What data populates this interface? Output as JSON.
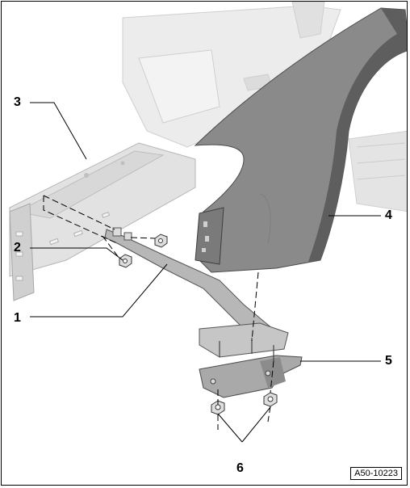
{
  "callouts": {
    "c1": "1",
    "c2": "2",
    "c3": "3",
    "c4": "4",
    "c5": "5",
    "c6": "6"
  },
  "reference": "A50-10223",
  "colors": {
    "fender": "#8a8a8a",
    "fender_dark": "#5e5e5e",
    "body_light": "#e6e6e6",
    "body_line": "#c8c8c8",
    "part": "#bdbdbd",
    "bracket": "#9a9a9a"
  }
}
